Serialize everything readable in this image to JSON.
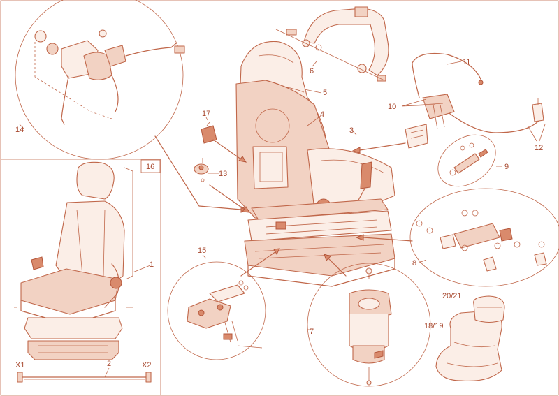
{
  "colors": {
    "line": "#c0674a",
    "text": "#a8492f",
    "fill_light": "#fbeee7",
    "fill_mid": "#f2d2c3",
    "fill_dark": "#d98a6c",
    "background": "#ffffff"
  },
  "callouts": {
    "c1": "1",
    "c2": "2",
    "c3": "3",
    "c4": "4",
    "c5": "5",
    "c6": "6",
    "c7": "7",
    "c8": "8",
    "c9": "9",
    "c10": "10",
    "c11": "11",
    "c12": "12",
    "c13": "13",
    "c14": "14",
    "c15": "15",
    "c16": "16",
    "c17": "17",
    "c18_19": "18/19",
    "c20_21": "20/21",
    "x1": "X1",
    "x2": "X2"
  }
}
